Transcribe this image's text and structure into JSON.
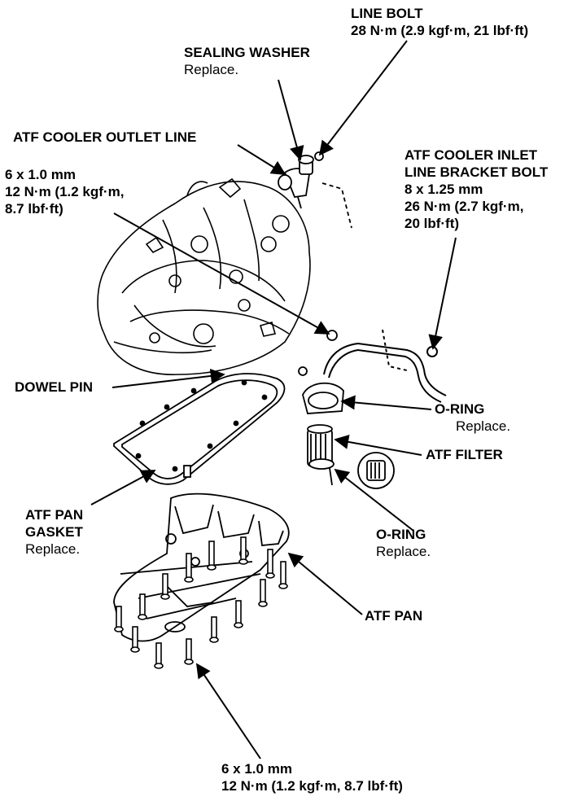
{
  "labels": {
    "line_bolt": {
      "title": "LINE BOLT",
      "spec": "28 N·m (2.9 kgf·m, 21 lbf·ft)"
    },
    "sealing_washer": {
      "title": "SEALING WASHER",
      "note": "Replace."
    },
    "cooler_outlet": {
      "title": "ATF COOLER OUTLET LINE"
    },
    "cooler_inlet": {
      "title1": "ATF COOLER INLET",
      "title2": "LINE BRACKET BOLT",
      "size": "8 x 1.25 mm",
      "torque1": "26 N·m (2.7 kgf·m,",
      "torque2": "20 lbf·ft)"
    },
    "upper_bolt": {
      "size": "6 x 1.0 mm",
      "torque1": "12 N·m (1.2 kgf·m,",
      "torque2": "8.7 lbf·ft)"
    },
    "dowel_pin": {
      "title": "DOWEL PIN"
    },
    "oring_upper": {
      "title": "O-RING",
      "note": "Replace."
    },
    "atf_filter": {
      "title": "ATF FILTER"
    },
    "pan_gasket": {
      "title1": "ATF PAN",
      "title2": "GASKET",
      "note": "Replace."
    },
    "oring_lower": {
      "title": "O-RING",
      "note": "Replace."
    },
    "atf_pan": {
      "title": "ATF PAN"
    },
    "lower_bolt": {
      "size": "6 x 1.0 mm",
      "torque": "12 N·m (1.2 kgf·m, 8.7 lbf·ft)"
    }
  }
}
